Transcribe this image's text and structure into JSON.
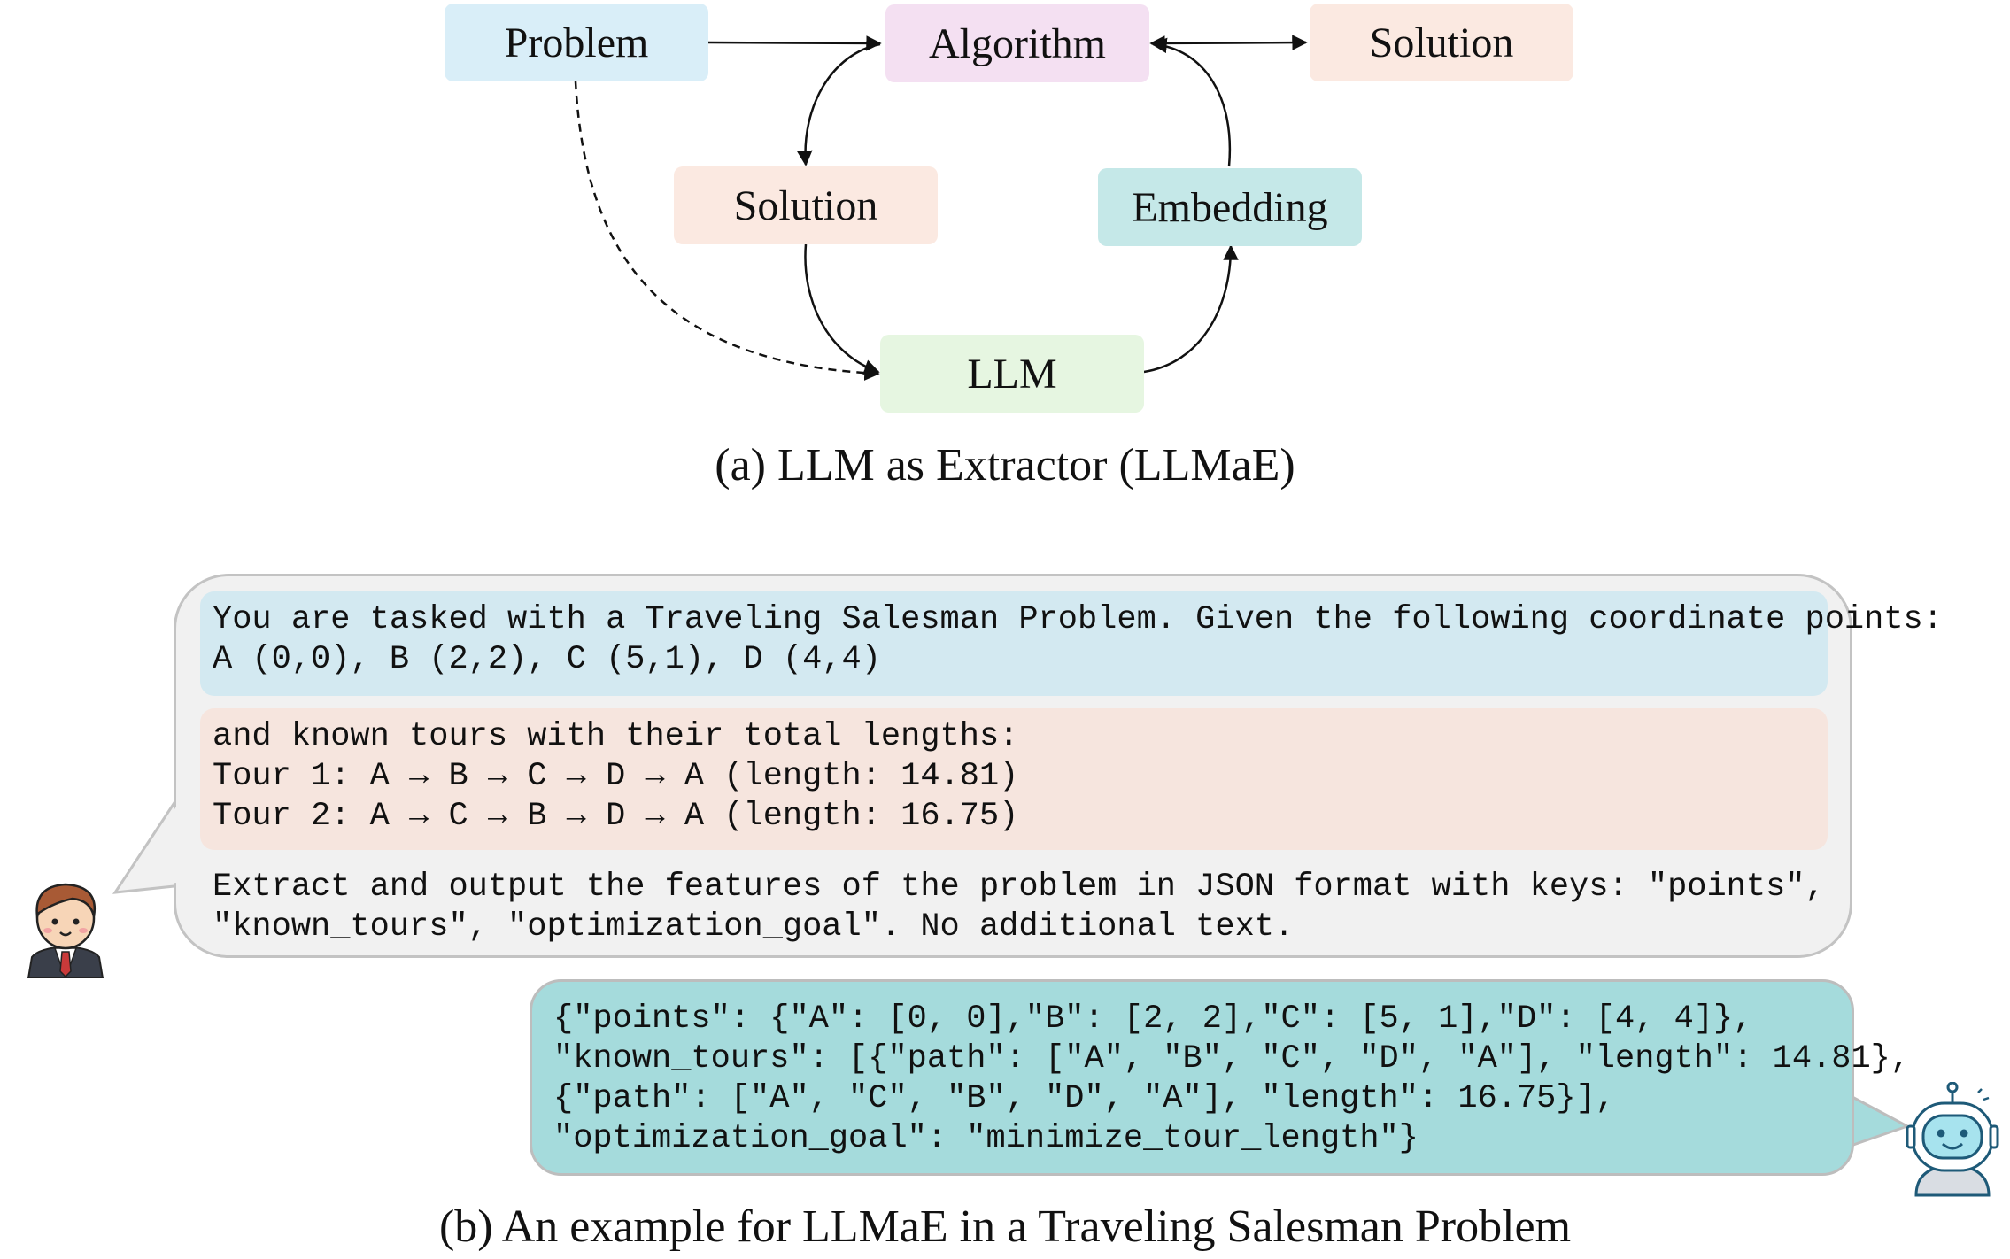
{
  "diagram": {
    "nodes": {
      "problem": "Problem",
      "algorithm": "Algorithm",
      "solution_top": "Solution",
      "solution_mid": "Solution",
      "embedding": "Embedding",
      "llm": "LLM"
    },
    "caption_a": "(a) LLM as Extractor  (LLMaE)"
  },
  "example": {
    "user_prompt": {
      "part1": "You are tasked with a Traveling Salesman Problem. Given the following coordinate points:\nA (0,0), B (2,2), C (5,1), D (4,4)",
      "part2": "and known tours with their total lengths:\nTour 1: A → B → C → D → A (length: 14.81)\nTour 2: A → C → B → D → A (length: 16.75)",
      "part3": "Extract and output the features of the problem in JSON format with keys: \"points\",\n\"known_tours\", \"optimization_goal\". No additional text."
    },
    "llm_response": "{\"points\": {\"A\": [0, 0],\"B\": [2, 2],\"C\": [5, 1],\"D\": [4, 4]},\n\"known_tours\": [{\"path\": [\"A\", \"B\", \"C\", \"D\", \"A\"], \"length\": 14.81},\n{\"path\": [\"A\", \"C\", \"B\", \"D\", \"A\"], \"length\": 16.75}],\n\"optimization_goal\": \"minimize_tour_length\"}",
    "caption_b": "(b) An example for LLMaE in a Traveling Salesman Problem",
    "user_avatar": "person-avatar-icon",
    "bot_avatar": "robot-avatar-icon"
  },
  "colors": {
    "problem": "#d9eef8",
    "algorithm": "#f4e0f2",
    "solution": "#fbe9e1",
    "embedding": "#c5e8e8",
    "llm": "#e6f6e1",
    "user_prompt_blue": "#d3e9f1",
    "user_prompt_peach": "#f6e5de",
    "bot_bubble": "#a5dbdc"
  }
}
